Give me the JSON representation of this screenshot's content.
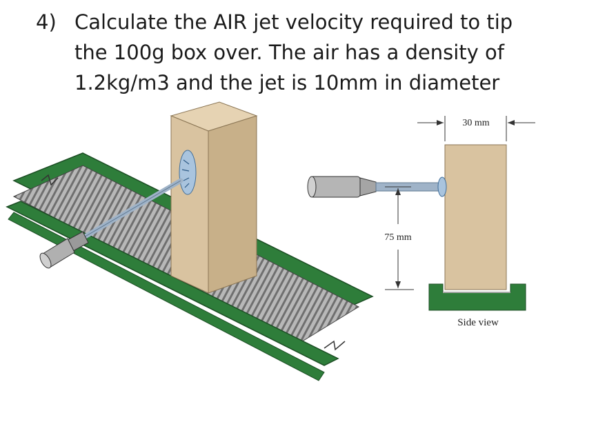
{
  "question": {
    "number": "4)",
    "lines": [
      "Calculate the AIR jet velocity required to tip",
      "the 100g box over. The air has a density of",
      "1.2kg/m3 and the jet is 10mm in diameter"
    ]
  },
  "figure": {
    "dimension_width": "30 mm",
    "dimension_height": "75 mm",
    "side_view_caption": "Side view"
  },
  "colors": {
    "box": "#d9c3a0",
    "box_dark": "#bfa67e",
    "rail_green": "#2e7d3a",
    "conveyor_gray": "#9a9a9a",
    "nozzle": "#9fb3c8"
  }
}
